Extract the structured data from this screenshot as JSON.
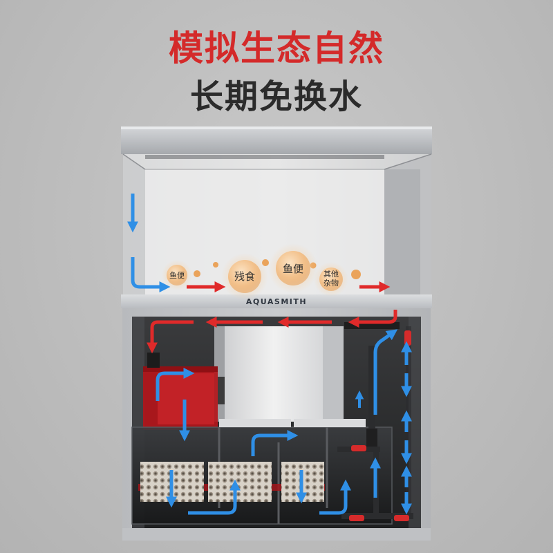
{
  "headline": {
    "line1": "模拟生态自然",
    "line2": "长期免换水"
  },
  "brand": {
    "name": "AQUASMITH"
  },
  "waste_particles": [
    {
      "label_lines": [
        "鱼便"
      ],
      "size": "small"
    },
    {
      "label_lines": [
        "残食"
      ],
      "size": "large"
    },
    {
      "label_lines": [
        "鱼便"
      ],
      "size": "large"
    },
    {
      "label_lines": [
        "其他",
        "杂物"
      ],
      "size": "small"
    }
  ],
  "colors": {
    "title_red": "#d42a2a",
    "title_dark": "#2b2b2b",
    "flow_blue": "#2f8fe6",
    "flow_red": "#e02a2a",
    "sump_red": "#b3161b",
    "particle_orange": "#e7a461"
  },
  "icons": {
    "flow_arrow_blue": "arrow-blue",
    "flow_arrow_red": "arrow-red"
  }
}
